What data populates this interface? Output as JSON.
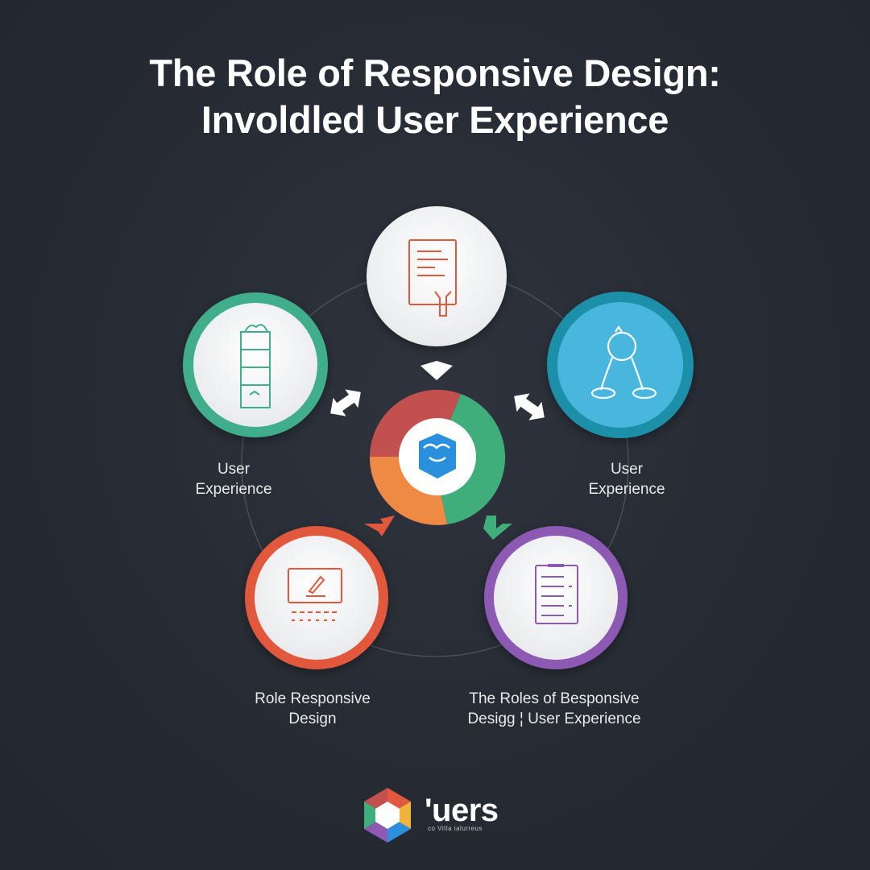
{
  "title": {
    "line1": "The Role of Responsive Design:",
    "line2": "Involdled User Experience"
  },
  "nodes": [
    {
      "id": "top",
      "color": "#ffffff",
      "icon": "document-icon"
    },
    {
      "id": "left",
      "color": "#3fae8a",
      "icon": "cabinet-icon"
    },
    {
      "id": "right",
      "color": "#4ab6dd",
      "ring": "#1f8fa9",
      "icon": "person-icon"
    },
    {
      "id": "bottom-left",
      "color": "#e2583c",
      "icon": "laptop-icon"
    },
    {
      "id": "bottom-right",
      "color": "#8d5ab3",
      "icon": "checklist-icon"
    }
  ],
  "center": {
    "segments": [
      "#c1504e",
      "#3fae7a",
      "#ef8a45"
    ],
    "icon": "cube-face-icon",
    "icon_color": "#2a8fdc"
  },
  "labels": {
    "left": {
      "line1": "User",
      "line2": "Experience"
    },
    "right": {
      "line1": "User",
      "line2": "Experience"
    },
    "bottom_left": {
      "line1": "Role Responsive",
      "line2": "Design"
    },
    "bottom_right": {
      "line1": "The Roles of Bespon­sive",
      "line2": "Desigɡ ¦ User Experience"
    }
  },
  "brand": {
    "name": "'uers",
    "tagline": "co Vitla ialurreus",
    "logo_colors": [
      "#e2583c",
      "#f0b43c",
      "#3fae7a",
      "#2a8fdc",
      "#8d5ab3",
      "#c1504e"
    ]
  }
}
